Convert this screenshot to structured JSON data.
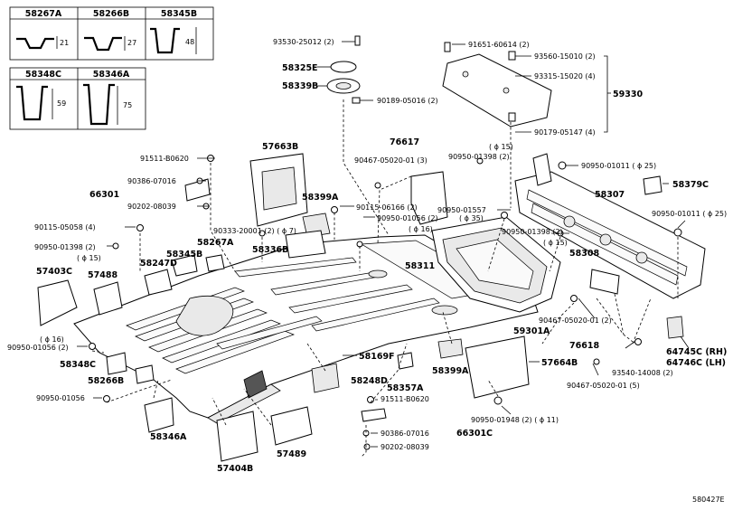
{
  "legend_table": {
    "row1": [
      {
        "code": "58267A",
        "dim": "21"
      },
      {
        "code": "58266B",
        "dim": "27"
      },
      {
        "code": "58345B",
        "dim": "48"
      }
    ],
    "row2": [
      {
        "code": "58348C",
        "dim": "59"
      },
      {
        "code": "58346A",
        "dim": "75"
      }
    ]
  },
  "labels": {
    "l01": "93530-25012 (2)",
    "l02": "58325E",
    "l03": "58339B",
    "l04": "90189-05016 (2)",
    "l05": "91651-60614 (2)",
    "l06": "93560-15010 (2)",
    "l07": "93315-15020 (4)",
    "l08": "59330",
    "l09": "90179-05147 (4)",
    "l10": "57663B",
    "l11": "76617",
    "l12": "90467-05020-01 (3)",
    "l13": "( ϕ 15)",
    "l14": "90950-01398 (2)",
    "l15": "90950-01011 ( ϕ 25)",
    "l16": "58379C",
    "l17": "91511-B0620",
    "l18": "90386-07016",
    "l19": "66301",
    "l20": "90202-08039",
    "l21": "58307",
    "l22": "58399A",
    "l23": "90115-06166 (2)",
    "l24": "90950-01557",
    "l25": "90950-01056 (2)",
    "l26": "( ϕ 35)",
    "l27": "( ϕ 16)",
    "l28": "90950-01011 ( ϕ 25)",
    "l29": "90115-05058 (4)",
    "l30": "90333-20001 (2) ( ϕ 7)",
    "l31": "58267A",
    "l32": "90950-01398 (2)",
    "l33": "( ϕ 15)",
    "l34": "58336B",
    "l35": "90950-01398 (2)",
    "l36": "( ϕ 15)",
    "l37": "58308",
    "l38": "58345B",
    "l39": "58247D",
    "l40": "57403C",
    "l41": "57488",
    "l42": "58311",
    "l43": "( ϕ 16)",
    "l44": "90950-01056 (2)",
    "l45": "59301A",
    "l46": "90467-05020-01 (2)",
    "l47": "76618",
    "l48": "58169F",
    "l49": "58348C",
    "l50": "58266B",
    "l51": "58357A",
    "l52": "58399A",
    "l53": "57664B",
    "l54": "64745C (RH)",
    "l55": "64746C (LH)",
    "l56": "58248D",
    "l57": "93540-14008 (2)",
    "l58": "90467-05020-01 (5)",
    "l59": "90950-01056",
    "l60": "91511-B0620",
    "l61": "90950-01948 (2) ( ϕ 11)",
    "l62": "90386-07016",
    "l63": "66301C",
    "l64": "58346A",
    "l65": "57489",
    "l66": "90202-08039",
    "l67": "57404B",
    "l68": "580427E"
  }
}
